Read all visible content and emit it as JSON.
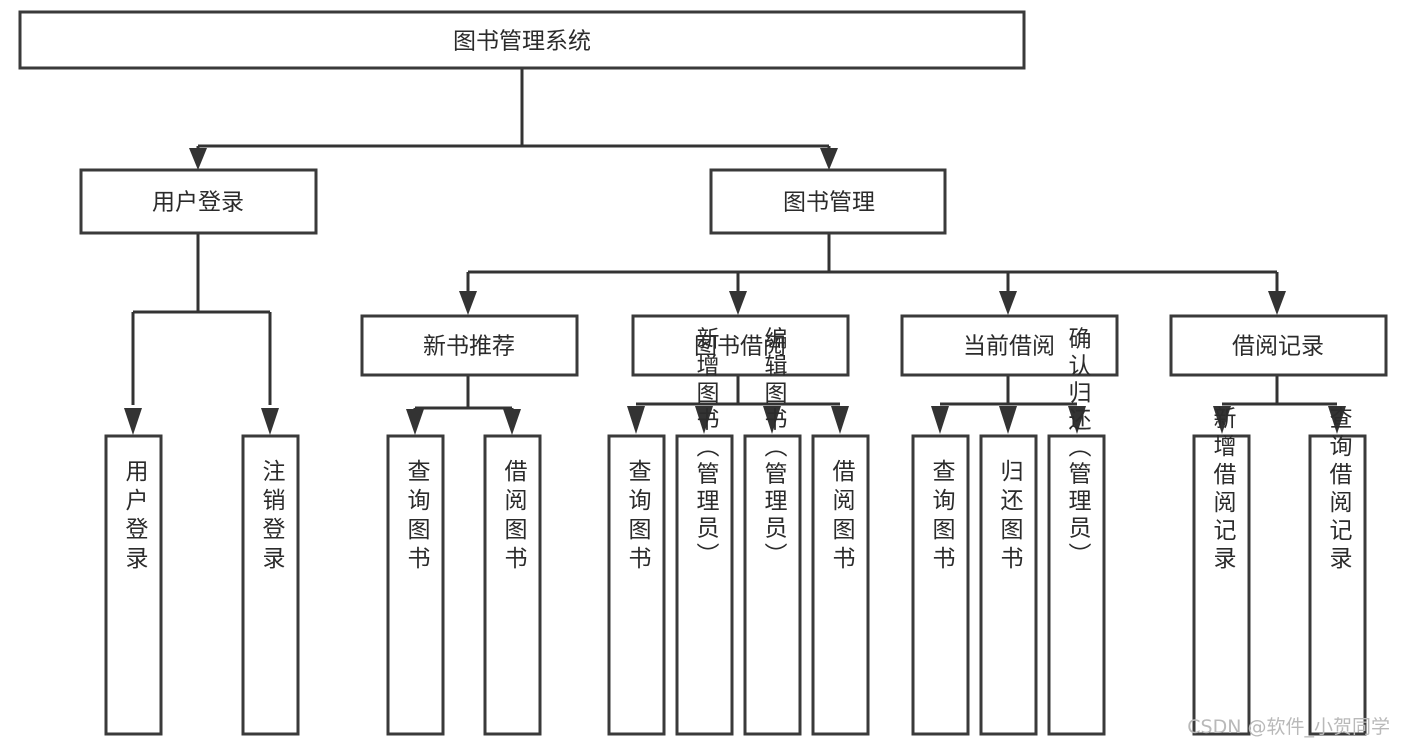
{
  "diagram": {
    "title": "图书管理系统",
    "type": "function-structure-tree",
    "colors": {
      "box_border": "#3a3a3a",
      "box_fill": "#ffffff",
      "connector": "#333333",
      "text": "#2b2b2b",
      "background": "#ffffff",
      "watermark": "#b9b9b9"
    },
    "root": {
      "label": "图书管理系统"
    },
    "level2": [
      {
        "label": "用户登录"
      },
      {
        "label": "图书管理"
      }
    ],
    "level3": [
      {
        "label": "新书推荐"
      },
      {
        "label": "图书借阅"
      },
      {
        "label": "当前借阅"
      },
      {
        "label": "借阅记录"
      }
    ],
    "leaves": {
      "user_login": [
        {
          "label": "用户登录"
        },
        {
          "label": "注销登录"
        }
      ],
      "new_book_recommend": [
        {
          "label": "查询图书"
        },
        {
          "label": "借阅图书"
        }
      ],
      "book_borrow": [
        {
          "label": "查询图书"
        },
        {
          "label": "新增图书（管理员）"
        },
        {
          "label": "编辑图书（管理员）"
        },
        {
          "label": "借阅图书"
        }
      ],
      "current_borrow": [
        {
          "label": "查询图书"
        },
        {
          "label": "归还图书"
        },
        {
          "label": "确认归还（管理员）"
        }
      ],
      "borrow_record": [
        {
          "label": "新增借阅记录"
        },
        {
          "label": "查询借阅记录"
        }
      ]
    }
  },
  "watermark": {
    "text": "CSDN @软件_小贺同学"
  }
}
